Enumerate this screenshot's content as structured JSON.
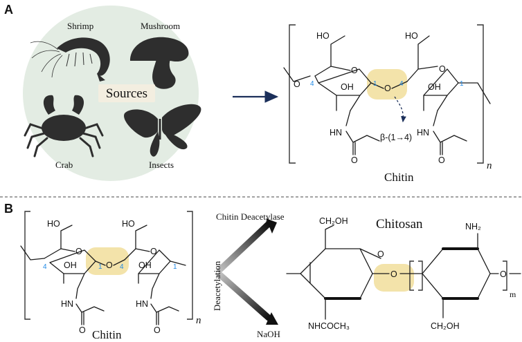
{
  "panels": {
    "a": {
      "letter": "A"
    },
    "b": {
      "letter": "B"
    }
  },
  "sources": {
    "center_label": "Sources",
    "shrimp": "Shrimp",
    "mushroom": "Mushroom",
    "crab": "Crab",
    "insects": "Insects"
  },
  "chitin_a": {
    "ho_left": "HO",
    "ho_right": "HO",
    "oh_left": "OH",
    "oh_right": "OH",
    "o_ring_left": "O",
    "o_ring_right": "O",
    "o_link": "O",
    "o_end": "O",
    "hn_left": "HN",
    "hn_right": "HN",
    "o_carbonyl_left": "O",
    "o_carbonyl_right": "O",
    "num_4_left": "4",
    "num_1_left": "1",
    "num_4_right": "4",
    "num_1_right": "1",
    "linkage": "β-(1→4)",
    "subscript": "n",
    "name": "Chitin"
  },
  "chitin_b": {
    "ho_left": "HO",
    "ho_right": "HO",
    "oh_left": "OH",
    "oh_right": "OH",
    "o_ring_left": "O",
    "o_ring_right": "O",
    "o_link": "O",
    "hn_left": "HN",
    "hn_right": "HN",
    "o_carbonyl_left": "O",
    "o_carbonyl_right": "O",
    "num_4_left": "4",
    "num_1_left": "1",
    "num_4_right": "4",
    "num_1_right": "1",
    "subscript": "n",
    "name": "Chitin"
  },
  "reaction": {
    "enzyme": "Chitin Deacetylase",
    "process": "Deacetylation",
    "reagent": "NaOH"
  },
  "chitosan": {
    "name": "Chitosan",
    "ch2oh_top": "CH₂OH",
    "nh2": "NH₂",
    "nhcoch3": "NHCOCH₃",
    "ch2oh_bottom": "CH₂OH",
    "o_ring_left": "O",
    "o_link": "O",
    "o_ring_right": "O",
    "subscript": "m"
  },
  "colors": {
    "highlight": "#efd98d",
    "circle_bg": "#e3ece3",
    "carbon_numbers": "#1e88e5",
    "arrow_navy": "#1b2f5a"
  }
}
